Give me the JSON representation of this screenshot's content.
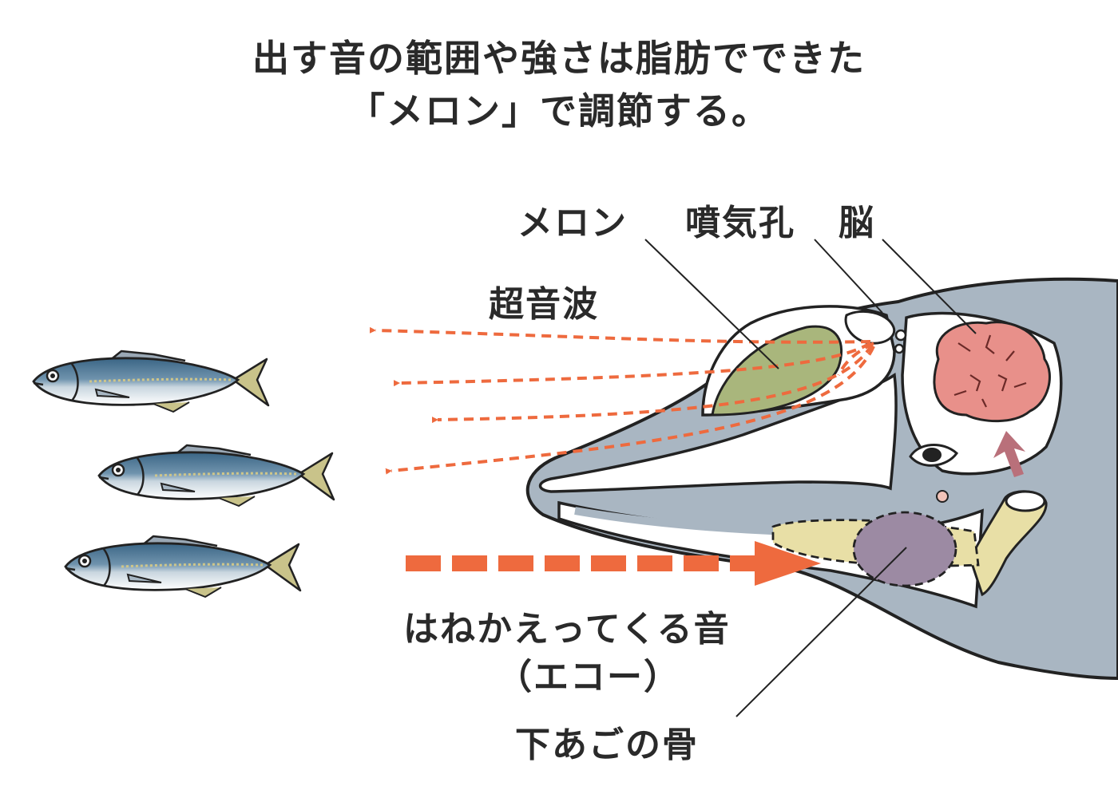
{
  "title": {
    "line1": "出す音の範囲や強さは脂肪でできた",
    "line2": "「メロン」で調節する。"
  },
  "labels": {
    "melon": "メロン",
    "blowhole": "噴気孔",
    "brain": "脳",
    "ultrasound": "超音波",
    "echo_line1": "はねかえってくる音",
    "echo_line2": "（エコー）",
    "lower_jaw": "下あごの骨"
  },
  "colors": {
    "sound_wave": "#ee6a3e",
    "melon": "#a9b67c",
    "brain": "#e8908a",
    "jaw_fat": "#e8dfa6",
    "ear_bone": "#9c8aa3",
    "body": "#a9b6c2",
    "fish_back": "#3f6a88"
  }
}
